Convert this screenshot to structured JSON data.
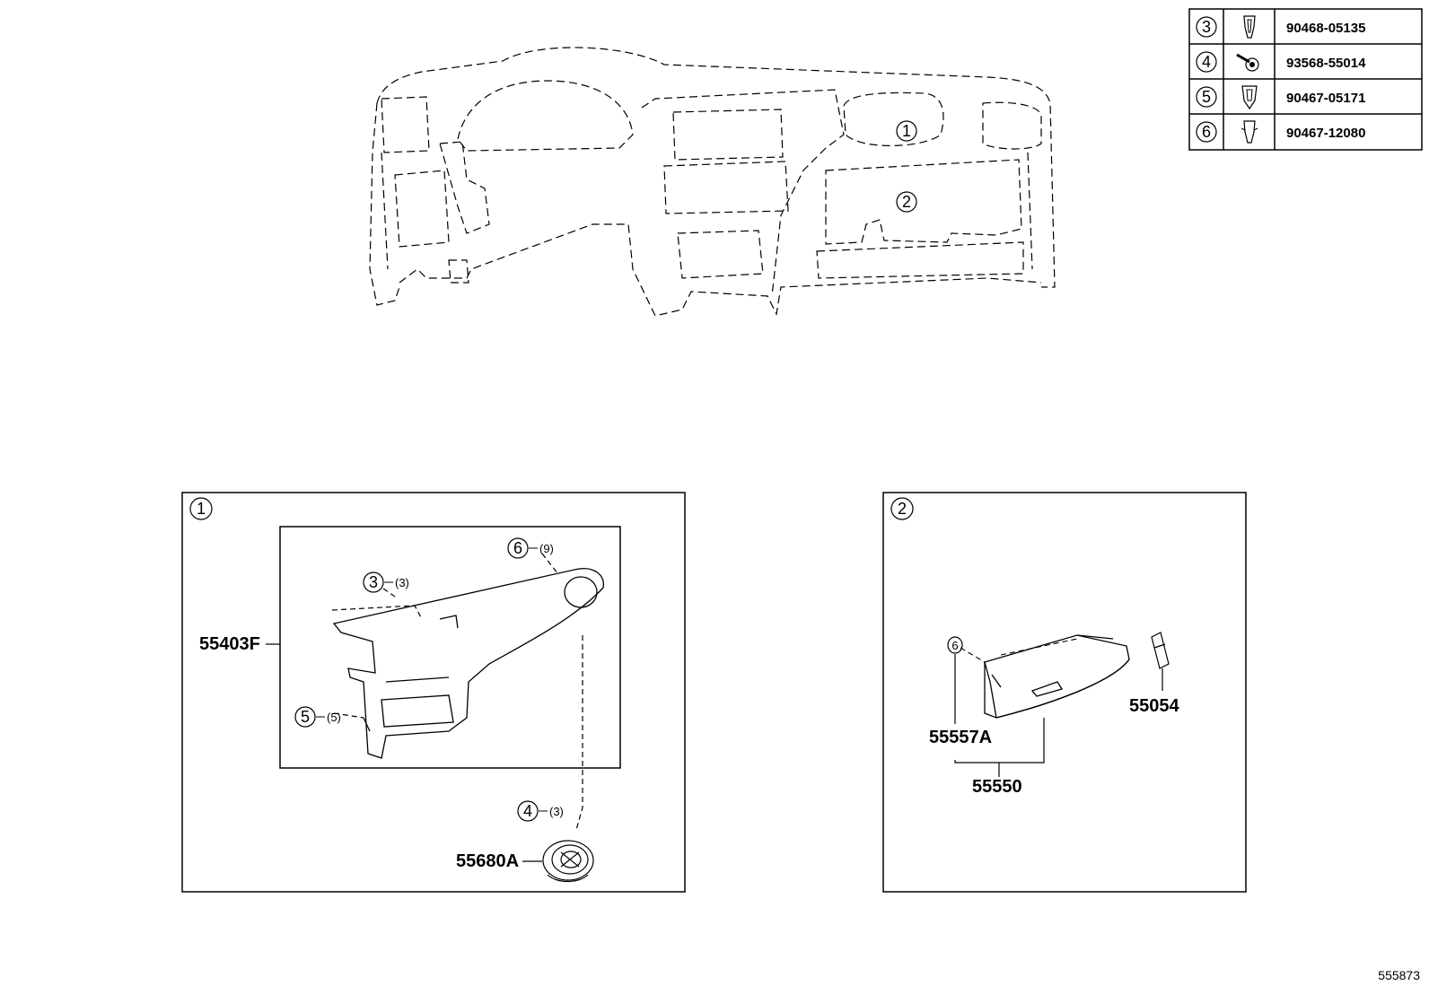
{
  "reference_number": "555873",
  "parts_table": [
    {
      "ref": "3",
      "part_number": "90468-05135",
      "icon": "clip-icon"
    },
    {
      "ref": "4",
      "part_number": "93568-55014",
      "icon": "screw-icon"
    },
    {
      "ref": "5",
      "part_number": "90467-05171",
      "icon": "clip-icon"
    },
    {
      "ref": "6",
      "part_number": "90467-12080",
      "icon": "clip-icon"
    }
  ],
  "overview": {
    "callout_1": "1",
    "callout_2": "2"
  },
  "panel_1": {
    "index": "1",
    "labels": {
      "part_a": "55403F",
      "part_b": "55680A"
    },
    "callouts": [
      {
        "ref": "6",
        "count": "(9)"
      },
      {
        "ref": "3",
        "count": "(3)"
      },
      {
        "ref": "5",
        "count": "(5)"
      },
      {
        "ref": "4",
        "count": "(3)"
      }
    ]
  },
  "panel_2": {
    "index": "2",
    "labels": {
      "part_a": "55557A",
      "part_b": "55054",
      "part_c": "55550"
    },
    "callouts": [
      {
        "ref": "6"
      }
    ]
  }
}
